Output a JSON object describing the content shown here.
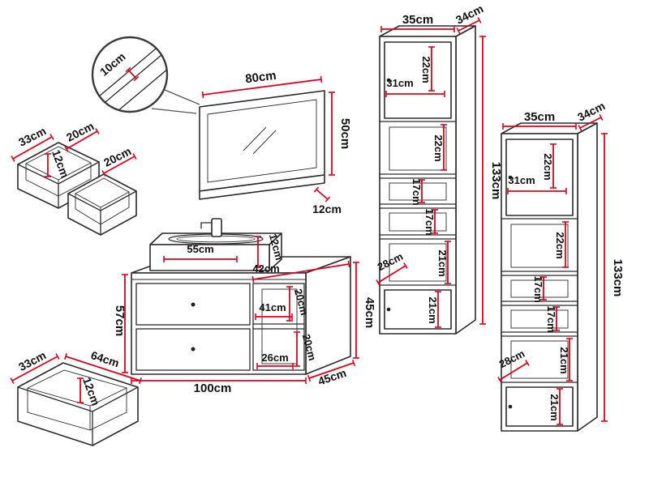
{
  "palette": {
    "outline": "#2b2b2b",
    "dimension_red": "#e2001a",
    "label_text": "#111111",
    "background": "#ffffff"
  },
  "labels": {
    "detail": {
      "d10": "10cm"
    },
    "shelf": {
      "d33": "33cm",
      "d20a": "20cm",
      "d12": "12cm",
      "d20b": "20cm"
    },
    "mirror": {
      "w80": "80cm",
      "h50": "50cm",
      "d12": "12cm"
    },
    "vanity": {
      "w55": "55cm",
      "h12": "12cm",
      "d42": "42cm",
      "h57": "57cm",
      "h45": "45cm",
      "n20a": "20cm",
      "n41": "41cm",
      "n20b": "20cm",
      "n26": "26cm",
      "w100": "100cm",
      "d45": "45cm"
    },
    "drawer": {
      "d33": "33cm",
      "w64": "64cm",
      "h12": "12cm"
    },
    "cab1": {
      "w35": "35cm",
      "d34": "34cm",
      "h133": "133cm",
      "i22a": "22cm",
      "i31": "31cm",
      "i22b": "22cm",
      "i17a": "17cm",
      "i17b": "17cm",
      "i21a": "21cm",
      "d28": "28cm",
      "i21b": "21cm"
    },
    "cab2": {
      "w35": "35cm",
      "d34": "34cm",
      "h133": "133cm",
      "i22a": "22cm",
      "i31": "31cm",
      "i22b": "22cm",
      "i17a": "17cm",
      "i17b": "17cm",
      "i21a": "21cm",
      "d28": "28cm",
      "i21b": "21cm"
    }
  }
}
